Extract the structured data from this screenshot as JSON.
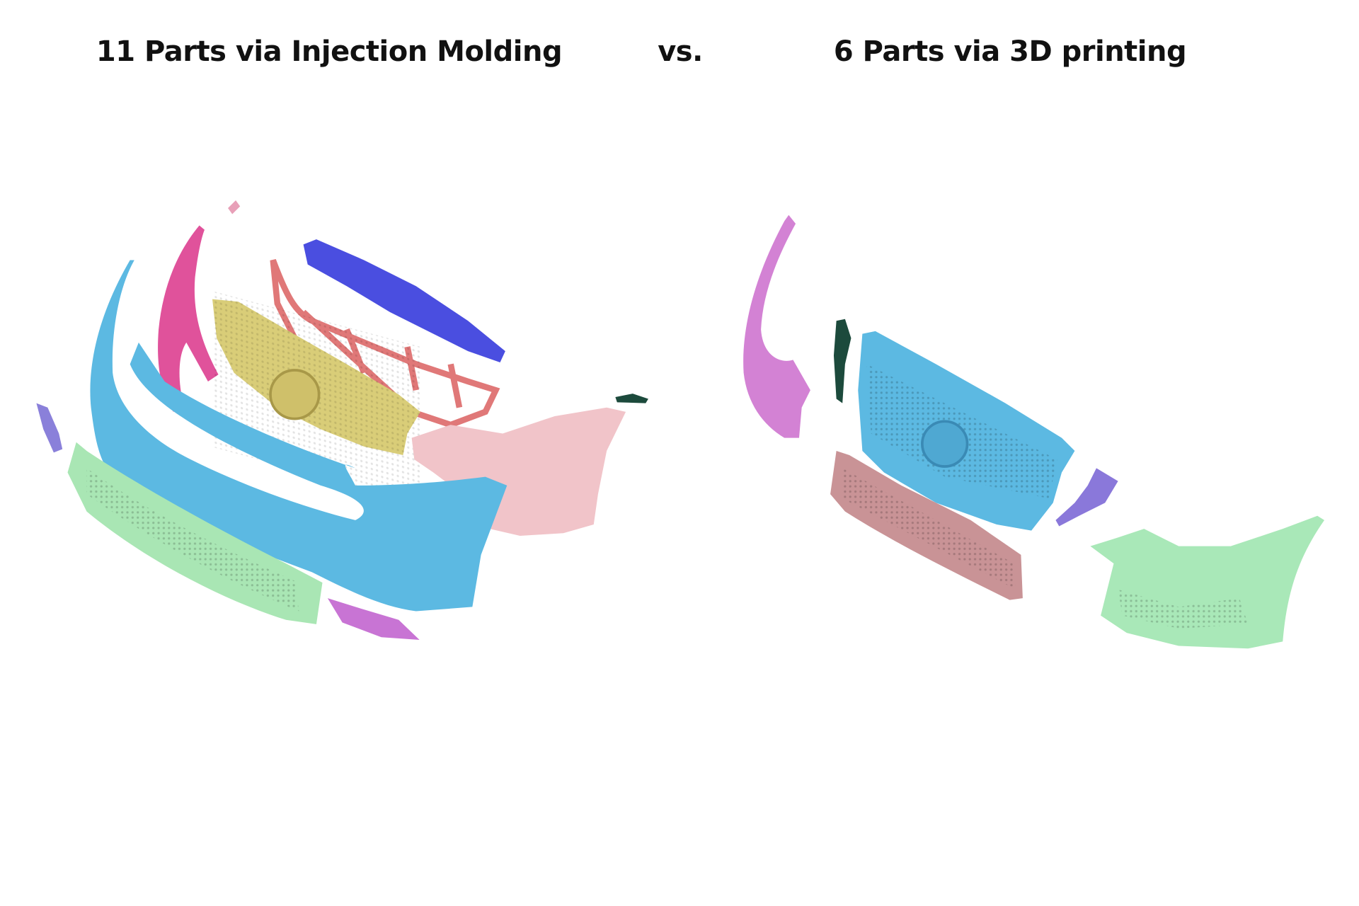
{
  "header": {
    "left_title": "11 Parts via Injection Molding",
    "separator": "vs.",
    "right_title": "6 Parts via 3D printing"
  },
  "colors": {
    "bumper_blue": "#5cb9e2",
    "green": "#a9e6b4",
    "yellow": "#d9cd78",
    "red_frame": "#e07878",
    "blue_strip": "#4a4ee0",
    "pink": "#f1c4c9",
    "magenta": "#e0529b",
    "purple": "#c874d4",
    "lavender": "#8a80da",
    "dark_green": "#1c4a3c",
    "rose_brown": "#c99396"
  }
}
